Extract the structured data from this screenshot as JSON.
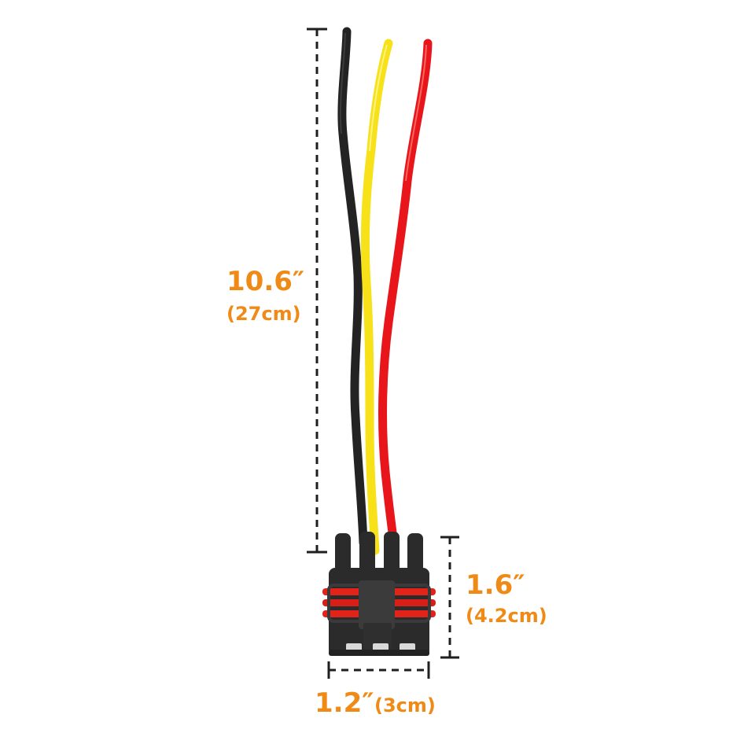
{
  "colors": {
    "accent": "#f08a16",
    "dim_line": "#1f1f1f",
    "wire_black": "#232323",
    "wire_yellow": "#f7e21a",
    "wire_red": "#e8161a",
    "connector_body": "#2b2b2b",
    "seal": "#e2231a"
  },
  "wires": [
    {
      "color_name": "black"
    },
    {
      "color_name": "yellow"
    },
    {
      "color_name": "red"
    }
  ],
  "dimensions": {
    "length": {
      "imperial": "10.6″",
      "metric": "(27cm)"
    },
    "height": {
      "imperial": "1.6″",
      "metric": "(4.2cm)"
    },
    "width": {
      "imperial": "1.2″",
      "metric": "(3cm)"
    }
  }
}
